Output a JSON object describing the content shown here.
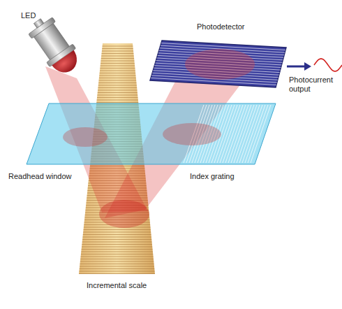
{
  "diagram": {
    "labels": [
      "LED",
      "Photodetector",
      "Photocurrent output",
      "Readhead window",
      "Index grating",
      "Incremental scale"
    ]
  }
}
